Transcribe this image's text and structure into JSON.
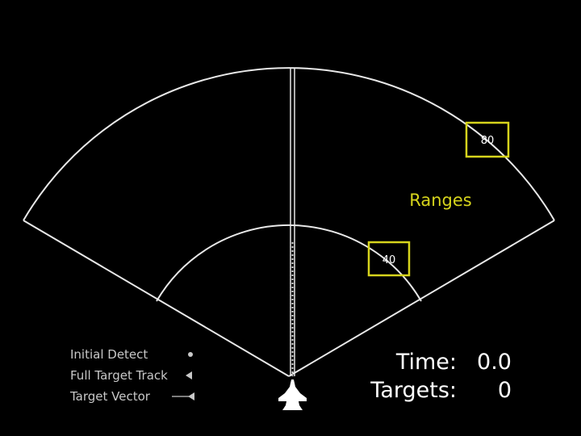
{
  "colors": {
    "background": "#000000",
    "scope_lines": "#ffffff",
    "range_marker": "#d6d41c",
    "legend_text": "#c8c8c8"
  },
  "annotation": "Ranges",
  "range_markers": [
    {
      "label": "80"
    },
    {
      "label": "40"
    }
  ],
  "legend": [
    {
      "label": "Initial Detect",
      "icon": "dot-icon"
    },
    {
      "label": "Full Target Track",
      "icon": "triangle-left-icon"
    },
    {
      "label": "Target Vector",
      "icon": "vector-arrow-icon"
    }
  ],
  "status": {
    "time_label": "Time:",
    "time_value": "0.0",
    "targets_label": "Targets:",
    "targets_value": "0"
  },
  "aircraft": {
    "icon": "fighter-jet-icon"
  }
}
